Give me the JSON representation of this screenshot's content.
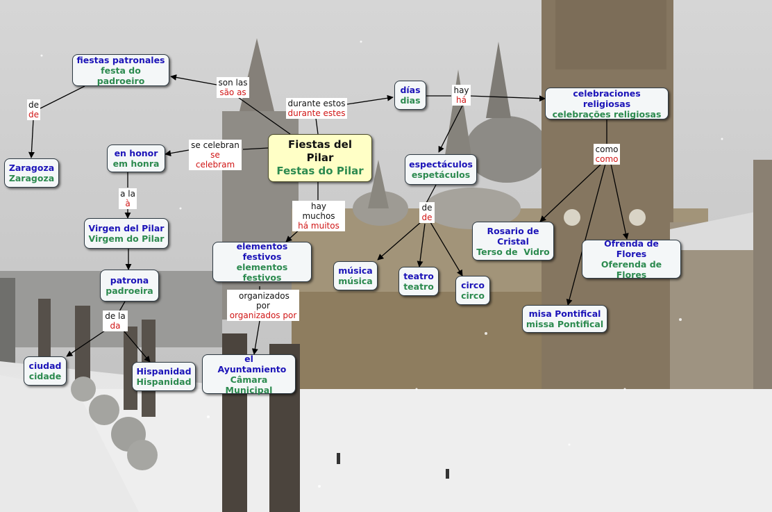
{
  "map": {
    "main": {
      "es": "Fiestas del Pilar",
      "pt": "Festas do Pilar"
    },
    "fiestas_patronales": {
      "es": "fiestas patronales",
      "pt": "festa do padroeiro"
    },
    "zaragoza": {
      "es": "Zaragoza",
      "pt": "Zaragoza"
    },
    "en_honor": {
      "es": "en honor",
      "pt": "em honra"
    },
    "virgen": {
      "es": "Virgen del Pilar",
      "pt": "Virgem do Pilar"
    },
    "patrona": {
      "es": "patrona",
      "pt": "padroeira"
    },
    "ciudad": {
      "es": "ciudad",
      "pt": "cidade"
    },
    "hispanidad": {
      "es": "Hispanidad",
      "pt": "Hispanidad"
    },
    "ayuntamiento": {
      "es": "el Ayuntamiento",
      "pt": "Câmara Municipal"
    },
    "elementos": {
      "es": "elementos festivos",
      "pt": "elementos festivos"
    },
    "dias": {
      "es": "días",
      "pt": "dias"
    },
    "espectaculos": {
      "es": "espectáculos",
      "pt": "espetáculos"
    },
    "musica": {
      "es": "música",
      "pt": "música"
    },
    "teatro": {
      "es": "teatro",
      "pt": "teatro"
    },
    "circo": {
      "es": "circo",
      "pt": "circo"
    },
    "celebraciones": {
      "es": "celebraciones religiosas",
      "pt": "celebrações religiosas"
    },
    "rosario": {
      "es": "Rosario de Cristal",
      "pt": "Terso de  Vidro"
    },
    "ofrenda": {
      "es": "Ofrenda de Flores",
      "pt": "Oferenda de Flores"
    },
    "misa": {
      "es": "misa Pontifical",
      "pt": "missa Pontifical"
    }
  },
  "links": {
    "son_las": {
      "es": "son las",
      "pt": "são as"
    },
    "de1": {
      "es": "de",
      "pt": "de"
    },
    "se_celebran": {
      "es": "se celebran",
      "pt": "se celebram"
    },
    "a_la": {
      "es": "a la",
      "pt": "à"
    },
    "de_la": {
      "es": "de la",
      "pt": "da"
    },
    "durante": {
      "es": "durante estos",
      "pt": "durante estes"
    },
    "hay": {
      "es": "hay",
      "pt": "há"
    },
    "hay_muchos": {
      "es": "hay muchos",
      "pt": "há muitos"
    },
    "organizados": {
      "es": "organizados por",
      "pt": "organizados por"
    },
    "de2": {
      "es": "de",
      "pt": "de"
    },
    "como": {
      "es": "como",
      "pt": "como"
    }
  },
  "colors": {
    "spanish": "#1c14b8",
    "portuguese": "#2c8a4f",
    "link_pt": "#d01515",
    "main_fill": "#ffffc6"
  }
}
